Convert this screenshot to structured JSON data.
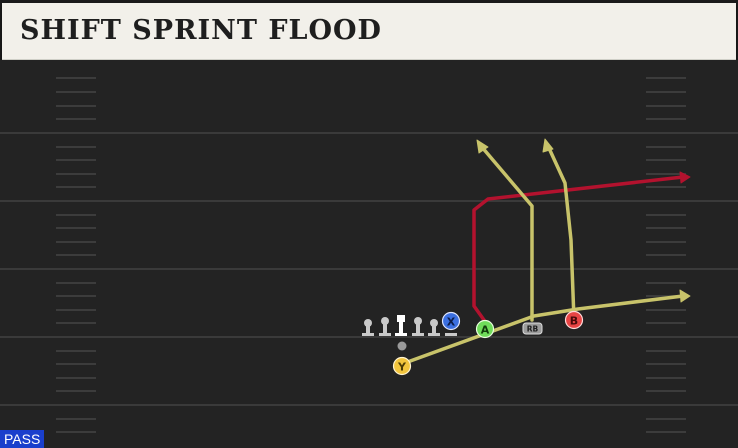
{
  "play": {
    "title": "SHIFT SPRINT FLOOD",
    "type_badge": "PASS"
  },
  "players": {
    "x": {
      "label": "X",
      "color": "#3b6fe0"
    },
    "a": {
      "label": "A",
      "color": "#6fdc5a"
    },
    "b": {
      "label": "B",
      "color": "#e84444"
    },
    "y": {
      "label": "Y",
      "color": "#f2c53d"
    },
    "rb": {
      "label": "RB"
    }
  },
  "colors": {
    "route_yellow": "#c8c36a",
    "route_red": "#b3122e",
    "field": "#232323",
    "yard_line": "#3a3a3a",
    "hash": "#3c3c3c"
  }
}
